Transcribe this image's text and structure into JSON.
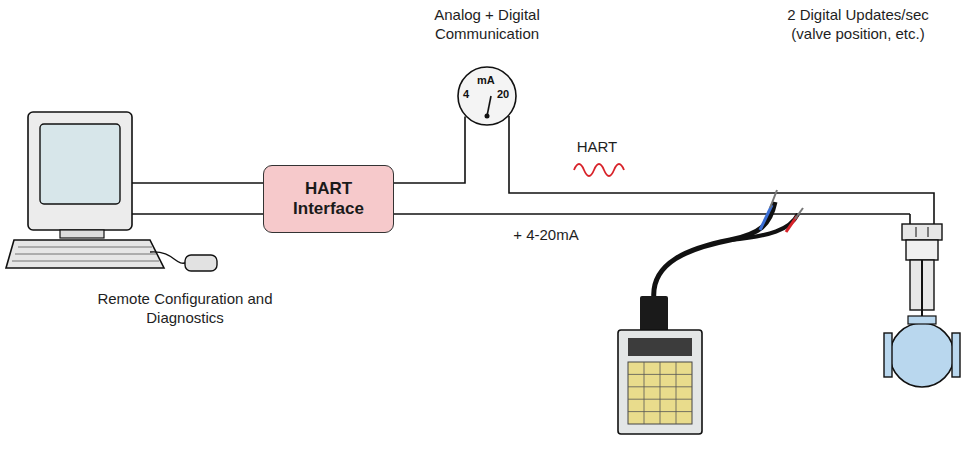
{
  "diagram": {
    "nodes": [
      {
        "text": [
          "HART Interface"
        ]
      },
      {
        "text": [
          "4",
          "mA",
          "20"
        ]
      }
    ],
    "edges": [
      {
        "from": 0,
        "to": 1,
        "arrow": "none"
      }
    ],
    "labels": [
      "Analog + Digital Communication",
      "HART",
      "2 Digital Updates/sec (valve position, etc.)",
      "+ 4-20mA",
      "Remote Configuration and Diagnostics"
    ]
  }
}
